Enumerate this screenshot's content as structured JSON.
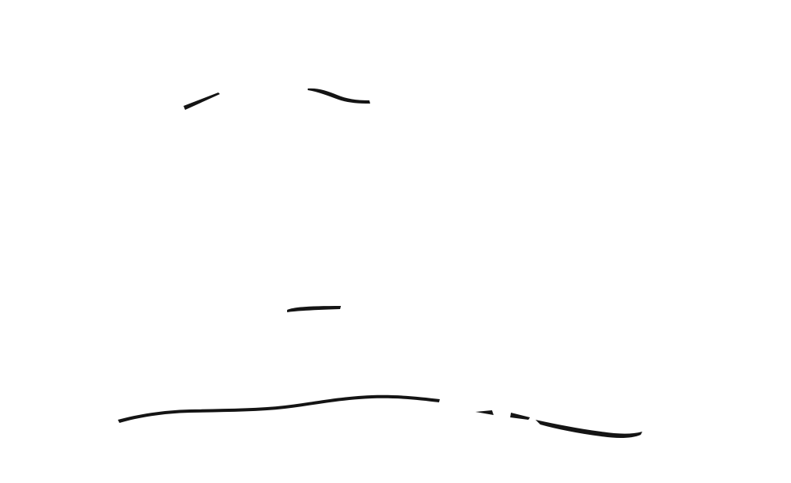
{
  "canvas": {
    "background_color": "#ffffff",
    "ink_color": "#141414"
  },
  "strokes": [
    {
      "name": "stroke-upper-left-dash"
    },
    {
      "name": "stroke-upper-right-curve"
    },
    {
      "name": "stroke-middle-dash"
    },
    {
      "name": "stroke-bottom-wave"
    },
    {
      "name": "stroke-bottom-fragment-1"
    },
    {
      "name": "stroke-bottom-fragment-2"
    },
    {
      "name": "stroke-bottom-right-curve"
    }
  ]
}
